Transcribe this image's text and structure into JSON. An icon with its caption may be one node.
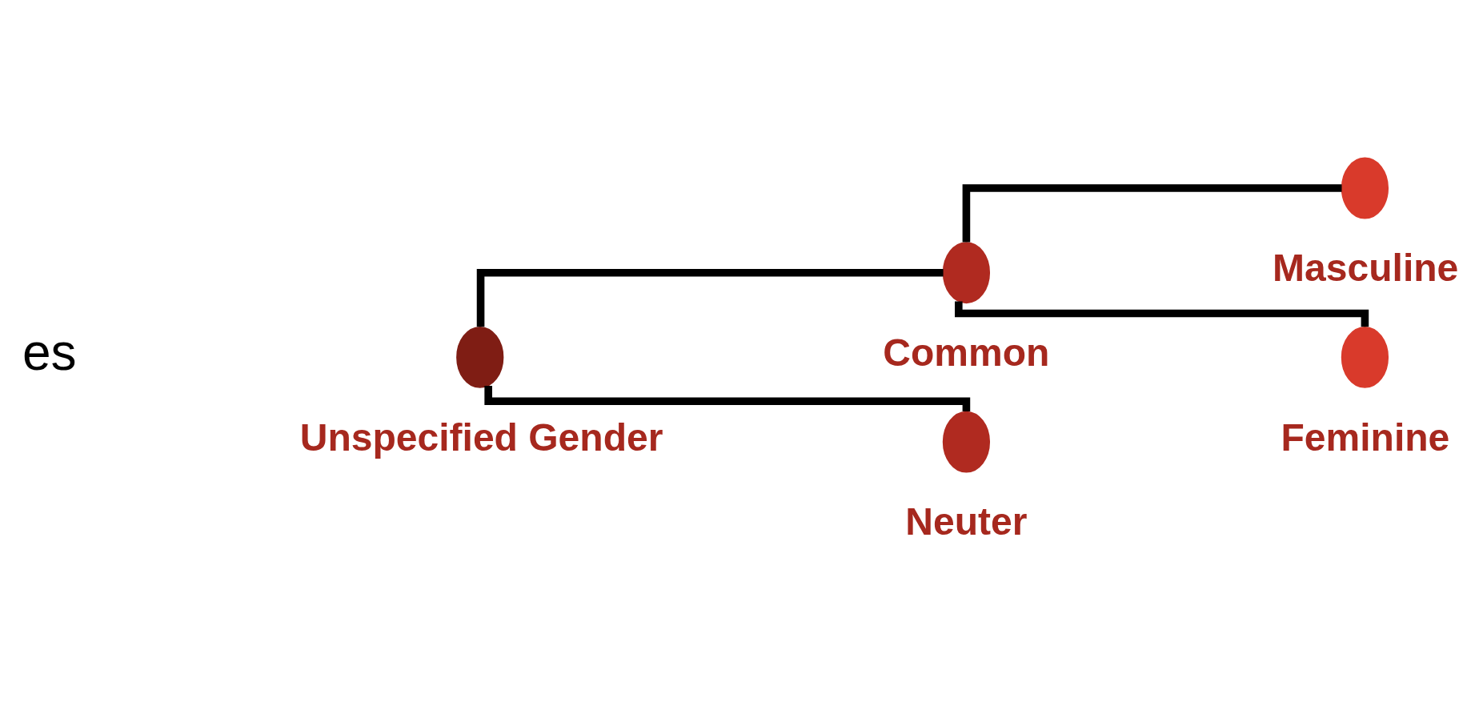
{
  "diagram": {
    "nodes": [
      {
        "text": [],
        "shape": "circle",
        "beside": [
          "Unspecified Gender"
        ]
      },
      {
        "text": [],
        "shape": "circle",
        "beside": [
          "Common"
        ]
      },
      {
        "text": [],
        "shape": "circle",
        "beside": [
          "Masculine"
        ]
      },
      {
        "text": [],
        "shape": "circle",
        "beside": [
          "Feminine"
        ]
      },
      {
        "text": [],
        "shape": "circle",
        "beside": [
          "Neuter"
        ]
      }
    ],
    "edges": [
      {
        "from": 0,
        "to": 1,
        "arrow": "none"
      },
      {
        "from": 1,
        "to": 2,
        "arrow": "none"
      },
      {
        "from": 1,
        "to": 3,
        "arrow": "none"
      },
      {
        "from": 0,
        "to": 4,
        "arrow": "none"
      }
    ],
    "labels": [
      "es"
    ]
  }
}
